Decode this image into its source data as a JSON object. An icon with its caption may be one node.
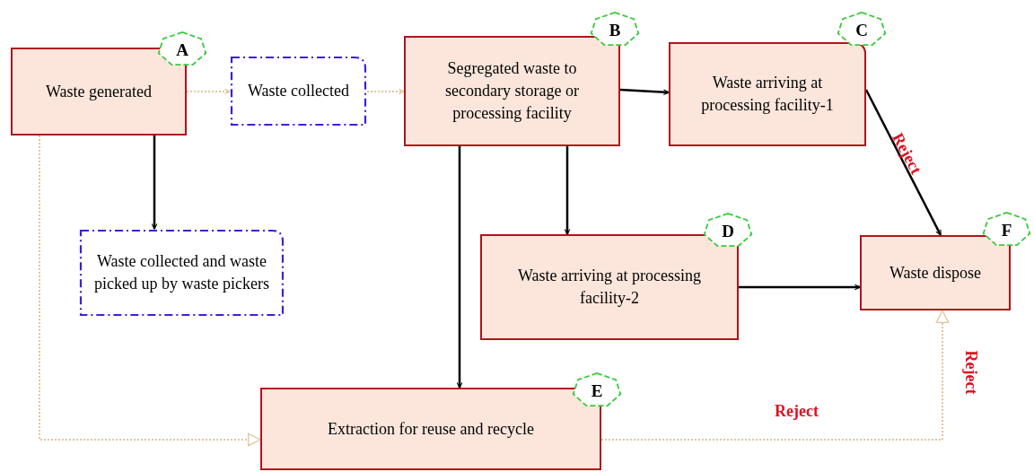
{
  "diagram": {
    "nodes": [
      {
        "text": [
          "Waste generated"
        ]
      },
      {
        "text": [
          "A"
        ]
      },
      {
        "text": [
          "Waste collected"
        ]
      },
      {
        "text": [
          "Segregated waste to secondary storage or processing facility"
        ]
      },
      {
        "text": [
          "B"
        ]
      },
      {
        "text": [
          "Waste arriving at processing facility-1"
        ]
      },
      {
        "text": [
          "C"
        ]
      },
      {
        "text": [
          "Waste collected and waste picked up by waste pickers"
        ]
      },
      {
        "text": [
          "Waste arriving at processing facility-2"
        ]
      },
      {
        "text": [
          "D"
        ]
      },
      {
        "text": [
          "Waste dispose"
        ]
      },
      {
        "text": [
          "F"
        ]
      },
      {
        "text": [
          "Extraction for reuse and recycle"
        ]
      },
      {
        "text": [
          "E"
        ]
      }
    ],
    "edges": [
      {
        "from": 0,
        "to": 2,
        "arrow": "to",
        "style": "dashed",
        "color": "#e6c49a"
      },
      {
        "from": 2,
        "to": 3,
        "arrow": "to",
        "style": "dashed",
        "color": "#e6c49a"
      },
      {
        "from": 0,
        "to": 7,
        "arrow": "to"
      },
      {
        "from": 3,
        "to": 5,
        "arrow": "to"
      },
      {
        "from": 3,
        "to": 8,
        "arrow": "to"
      },
      {
        "from": 3,
        "to": 12,
        "arrow": "to"
      },
      {
        "from": 5,
        "to": 10,
        "arrow": "to",
        "label": "Reject"
      },
      {
        "from": 8,
        "to": 10,
        "arrow": "to"
      },
      {
        "from": 0,
        "to": 12,
        "arrow": "to",
        "style": "dashed",
        "color": "#e6c49a"
      },
      {
        "from": 12,
        "to": 10,
        "arrow": "to",
        "label": "Reject",
        "style": "dashed",
        "color": "#e6c49a"
      }
    ],
    "labels": [
      "Reject"
    ]
  }
}
